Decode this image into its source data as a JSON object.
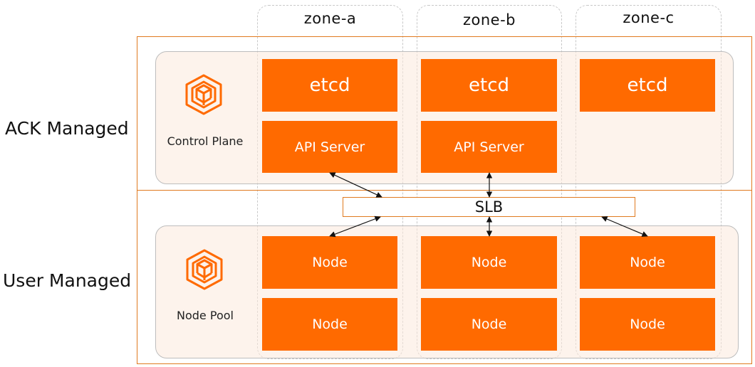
{
  "layers": {
    "ack_managed": "ACK Managed",
    "user_managed": "User Managed"
  },
  "zones": [
    "zone-a",
    "zone-b",
    "zone-c"
  ],
  "control_plane": {
    "label": "Control Plane",
    "icon": "cube-cluster-icon",
    "etcd": [
      "etcd",
      "etcd",
      "etcd"
    ],
    "api_server": [
      "API Server",
      "API Server"
    ]
  },
  "slb": {
    "label": "SLB"
  },
  "node_pool": {
    "label": "Node Pool",
    "icon": "cube-cluster-icon",
    "row1": [
      "Node",
      "Node",
      "Node"
    ],
    "row2": [
      "Node",
      "Node",
      "Node"
    ]
  },
  "colors": {
    "accent": "#ff6a00",
    "frame": "#e07a1f",
    "panel": "#fbeadc",
    "zone_border": "#c8c8c8"
  }
}
